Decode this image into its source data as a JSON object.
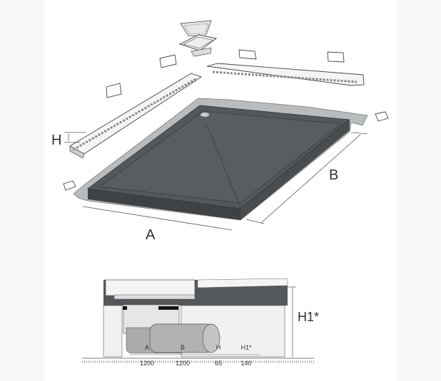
{
  "labels": {
    "A": "A",
    "B": "B",
    "H": "H",
    "H1": "H1*"
  },
  "table": {
    "headers": [
      "A",
      "B",
      "H",
      "H1*"
    ],
    "values": [
      "1200",
      "1200",
      "65",
      "140"
    ]
  },
  "colors": {
    "tray": "#55585b",
    "membrane": "#b9bcbf",
    "foam": "#f1f1f1",
    "pipe": "#a9abad"
  }
}
